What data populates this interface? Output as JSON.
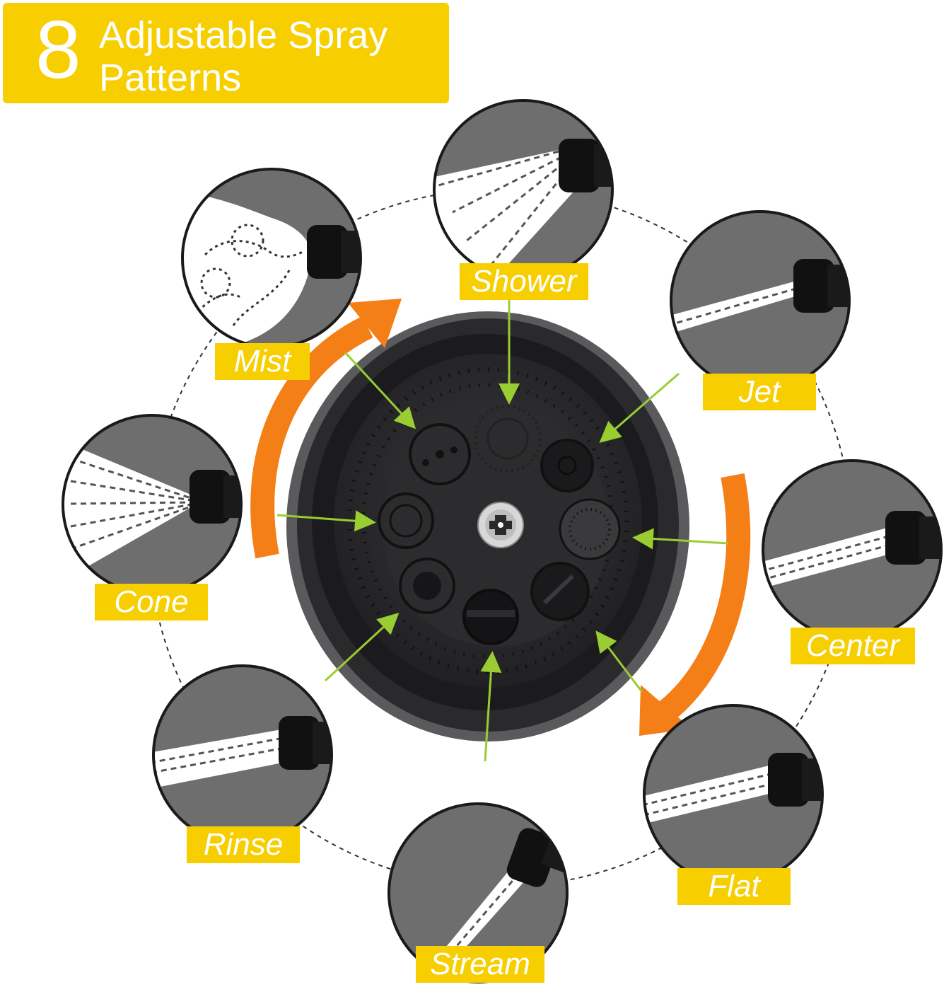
{
  "title": {
    "number": "8",
    "line1": "Adjustable Spray",
    "line2": "Patterns"
  },
  "modes": [
    {
      "label": "Shower",
      "icon": "shower-spray-icon"
    },
    {
      "label": "Jet",
      "icon": "jet-spray-icon"
    },
    {
      "label": "Center",
      "icon": "center-spray-icon"
    },
    {
      "label": "Flat",
      "icon": "flat-spray-icon"
    },
    {
      "label": "Stream",
      "icon": "stream-spray-icon"
    },
    {
      "label": "Rinse",
      "icon": "rinse-spray-icon"
    },
    {
      "label": "Cone",
      "icon": "cone-spray-icon"
    },
    {
      "label": "Mist",
      "icon": "mist-spray-icon"
    }
  ],
  "colors": {
    "label_bg": "#f7ce00",
    "label_text": "#ffffff",
    "rotation_arrow": "#f57f17",
    "pointer_arrow": "#9acd32",
    "nozzle_body": "#2e2e30",
    "spray_bg": "#6e6e6e"
  }
}
